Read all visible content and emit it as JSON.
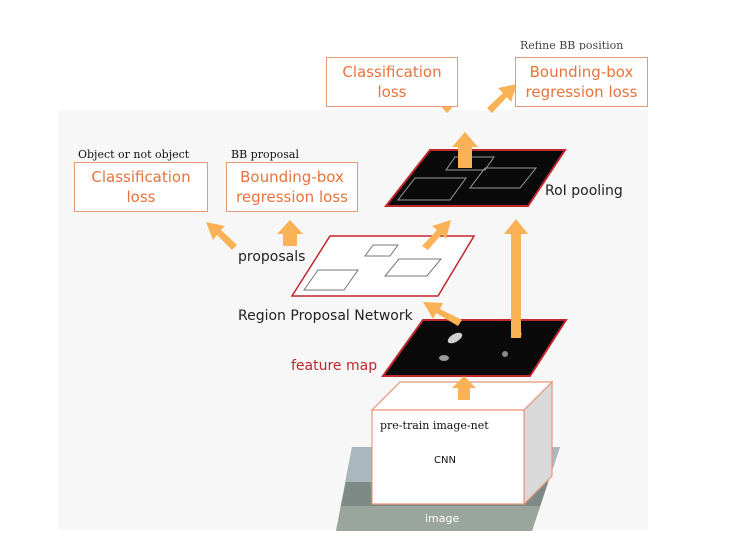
{
  "top": {
    "classification": {
      "line1": "Classification",
      "line2": "loss"
    },
    "bbox": {
      "line1": "Bounding-box",
      "line2": "regression loss"
    },
    "cut_label": "Refine BB position"
  },
  "left": {
    "obj_label": "Object or not object",
    "bb_label": "BB proposal",
    "classification": {
      "line1": "Classification",
      "line2": "loss"
    },
    "bbox": {
      "line1": "Bounding-box",
      "line2": "regression loss"
    }
  },
  "labels": {
    "roi_pooling": "RoI pooling",
    "proposals": "proposals",
    "rpn": "Region Proposal Network",
    "feature_map": "feature map",
    "pretrain": "pre-train image-net",
    "cnn": "CNN",
    "image": "image"
  },
  "colors": {
    "arrow": "#f9b256",
    "loss_text": "#e8733c",
    "loss_border": "#e8977a",
    "map_border": "#c0262d",
    "feature_label": "#c0262d"
  }
}
